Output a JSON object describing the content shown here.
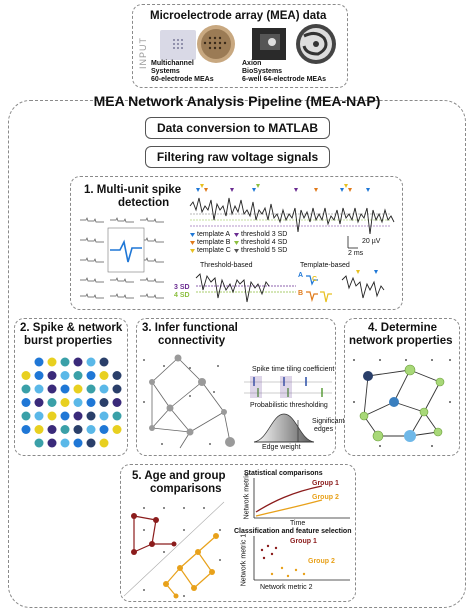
{
  "input": {
    "title": "Microelectrode array (MEA) data",
    "side_label": "INPUT",
    "sources": [
      {
        "name_lines": [
          "Multichannel",
          "Systems"
        ],
        "desc": "60-electrode MEAs"
      },
      {
        "name_lines": [
          "Axion",
          "BioSystems"
        ],
        "desc": "6-well 64-electrode MEAs"
      }
    ]
  },
  "pipeline": {
    "title": "MEA Network Analysis Pipeline (MEA-NAP)",
    "steps": [
      "Data conversion to MATLAB",
      "Filtering raw voltage signals"
    ]
  },
  "panel1": {
    "title_lines": [
      "1. Multi-unit spike",
      "detection"
    ],
    "legend": [
      {
        "label": "template A",
        "color": "#1f77d6"
      },
      {
        "label": "template B",
        "color": "#e07a1a"
      },
      {
        "label": "template C",
        "color": "#e8c020"
      },
      {
        "label": "threshold 3 SD",
        "color": "#6a2c91"
      },
      {
        "label": "threshold 4 SD",
        "color": "#8cbf3f"
      },
      {
        "label": "threshold 5 SD",
        "color": "#555555"
      }
    ],
    "scale_v": "20 µV",
    "scale_t": "2 ms",
    "threshold_based": "Threshold-based",
    "template_based": "Template-based",
    "sd3": "3 SD",
    "sd4": "4 SD",
    "tpl_a": "A",
    "tpl_b": "B",
    "tpl_c": "C"
  },
  "panel2": {
    "title_lines": [
      "2. Spike & network",
      "burst properties"
    ]
  },
  "panel3": {
    "title_lines": [
      "3. Infer functional",
      "connectivity"
    ],
    "sttc": "Spike time tiling coefficient",
    "prob": "Probabilistic thresholding",
    "edge_weight": "Edge weight",
    "significant": [
      "Significant",
      "edges"
    ]
  },
  "panel4": {
    "title_lines": [
      "4. Determine",
      "network properties"
    ]
  },
  "panel5": {
    "title_lines": [
      "5. Age and group",
      "comparisons"
    ],
    "stat": "Statistical comparisons",
    "network_metric": "Network metric",
    "time": "Time",
    "group1": "Group 1",
    "group2": "Group 2",
    "classif": "Classification and feature selection",
    "network_metric_1": "Network metric 1",
    "network_metric_2": "Network metric 2",
    "colors": {
      "group1": "#8b1c1c",
      "group2": "#e8a11a"
    }
  }
}
